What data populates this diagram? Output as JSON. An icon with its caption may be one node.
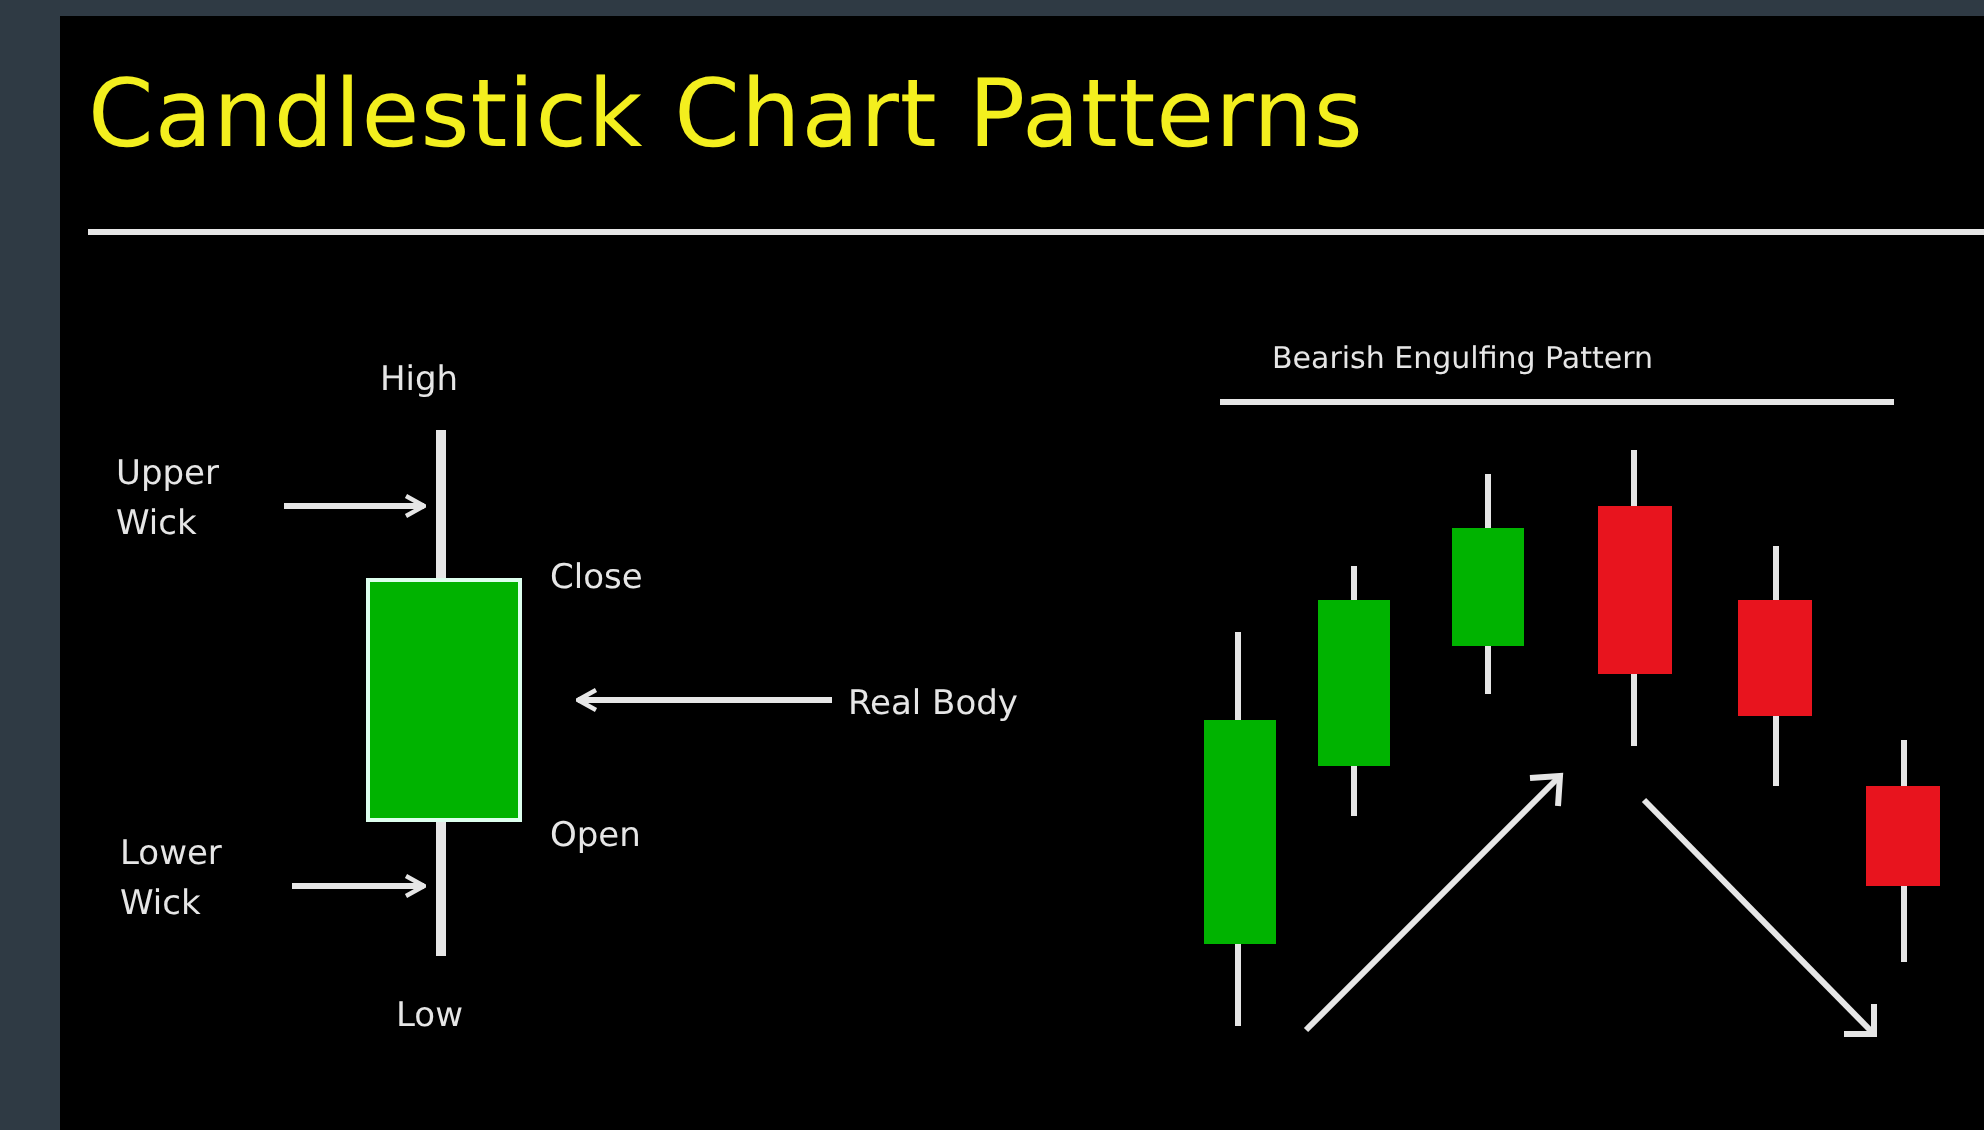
{
  "diagram": {
    "title": "Candlestick Chart Patterns",
    "nodes": [
      {
        "text": [
          "Upper Wick"
        ]
      },
      {
        "text": [
          "Lower Wick"
        ]
      },
      {
        "text": [
          "Real Body"
        ]
      },
      {
        "text": [],
        "shape": "bar"
      },
      {
        "text": [],
        "shape": "box"
      },
      {
        "text": [],
        "shape": "bar"
      }
    ],
    "edges": [
      {
        "from": 0,
        "to": 3,
        "arrow": "to"
      },
      {
        "from": 2,
        "to": 4,
        "arrow": "to"
      },
      {
        "from": 1,
        "to": 5,
        "arrow": "to"
      }
    ],
    "labels": [
      "High",
      "Close",
      "Open",
      "Low",
      "Bearish Engulfing Pattern"
    ]
  }
}
